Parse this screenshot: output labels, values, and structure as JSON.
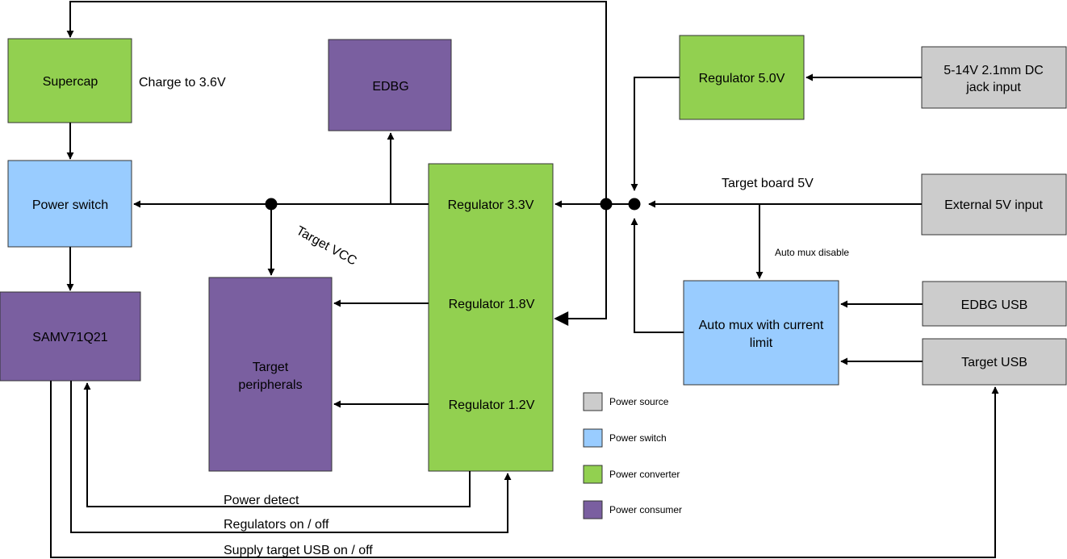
{
  "colors": {
    "power_source": "#cccccc",
    "power_switch": "#99ccff",
    "power_converter": "#92d050",
    "power_consumer": "#7a5fa0"
  },
  "blocks": {
    "supercap": "Supercap",
    "edbg": "EDBG",
    "regulator_5v": "Regulator 5.0V",
    "dc_jack": [
      "5-14V 2.1mm DC",
      "jack input"
    ],
    "power_switch": "Power switch",
    "external_5v": "External 5V input",
    "samv71": "SAMV71Q21",
    "target_peripherals": [
      "Target",
      "peripherals"
    ],
    "regulator_3v3": "Regulator 3.3V",
    "regulator_1v8": "Regulator 1.8V",
    "regulator_1v2": "Regulator 1.2V",
    "auto_mux": [
      "Auto mux with current",
      "limit"
    ],
    "edbg_usb": "EDBG USB",
    "target_usb": "Target USB"
  },
  "labels": {
    "charge": "Charge to 3.6V",
    "target_vcc": "Target VCC",
    "target_board_5v": "Target board 5V",
    "auto_mux_disable": "Auto mux disable",
    "power_detect": "Power detect",
    "regulators_on_off": "Regulators on / off",
    "supply_target_usb": "Supply target USB on / off"
  },
  "legend": [
    {
      "key": "power_source",
      "label": "Power source"
    },
    {
      "key": "power_switch",
      "label": "Power switch"
    },
    {
      "key": "power_converter",
      "label": "Power converter"
    },
    {
      "key": "power_consumer",
      "label": "Power consumer"
    }
  ]
}
